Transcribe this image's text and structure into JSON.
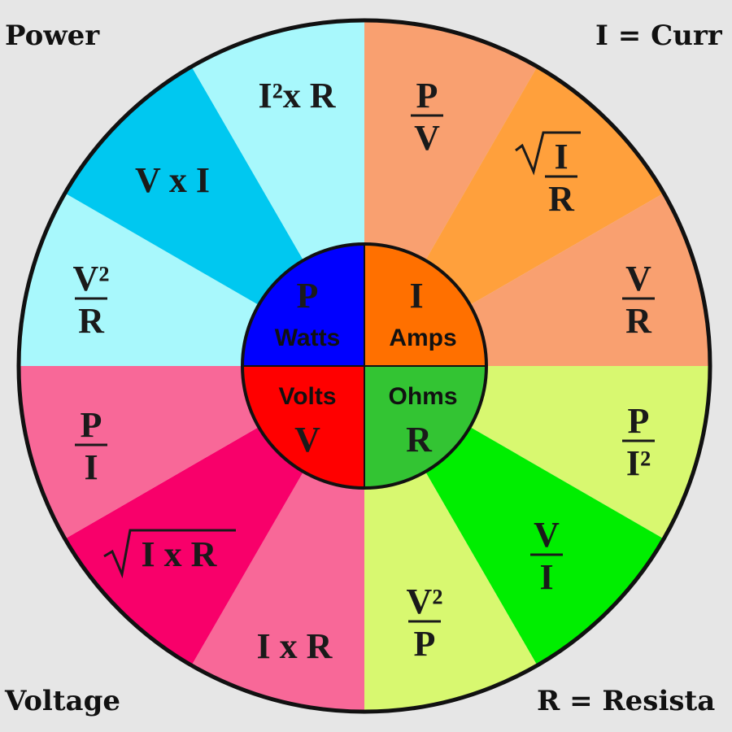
{
  "corners": {
    "top_left": "Power",
    "top_right": "I = Curr",
    "bottom_left": "Voltage",
    "bottom_right": "R = Resista"
  },
  "core": [
    {
      "symbol": "P",
      "unit": "Watts",
      "color": "#0000ff"
    },
    {
      "symbol": "I",
      "unit": "Amps",
      "color": "#ff7000"
    },
    {
      "symbol": "R",
      "unit": "Ohms",
      "color": "#33c433"
    },
    {
      "symbol": "V",
      "unit": "Volts",
      "color": "#ff0000"
    }
  ],
  "wedges": [
    {
      "num": "P",
      "den": "V",
      "color": "#f9a070"
    },
    {
      "num": "I",
      "den": "R",
      "sqrt": true,
      "color": "#ffa03c"
    },
    {
      "num": "V",
      "den": "R",
      "color": "#f9a070"
    },
    {
      "num": "P",
      "den": "I²",
      "color": "#d8f870"
    },
    {
      "num": "V",
      "den": "I",
      "color": "#00ee00"
    },
    {
      "num": "V²",
      "den": "P",
      "color": "#d8f870"
    },
    {
      "text": "I x R",
      "color": "#f86898"
    },
    {
      "text": "I x R",
      "sqrt": true,
      "color": "#f8006a"
    },
    {
      "num": "P",
      "den": "I",
      "color": "#f86898"
    },
    {
      "num": "V²",
      "den": "R",
      "color": "#a8f8fc"
    },
    {
      "text": "V x I",
      "color": "#00c8f0"
    },
    {
      "text": "I²x R",
      "color": "#a8f8fc"
    }
  ]
}
